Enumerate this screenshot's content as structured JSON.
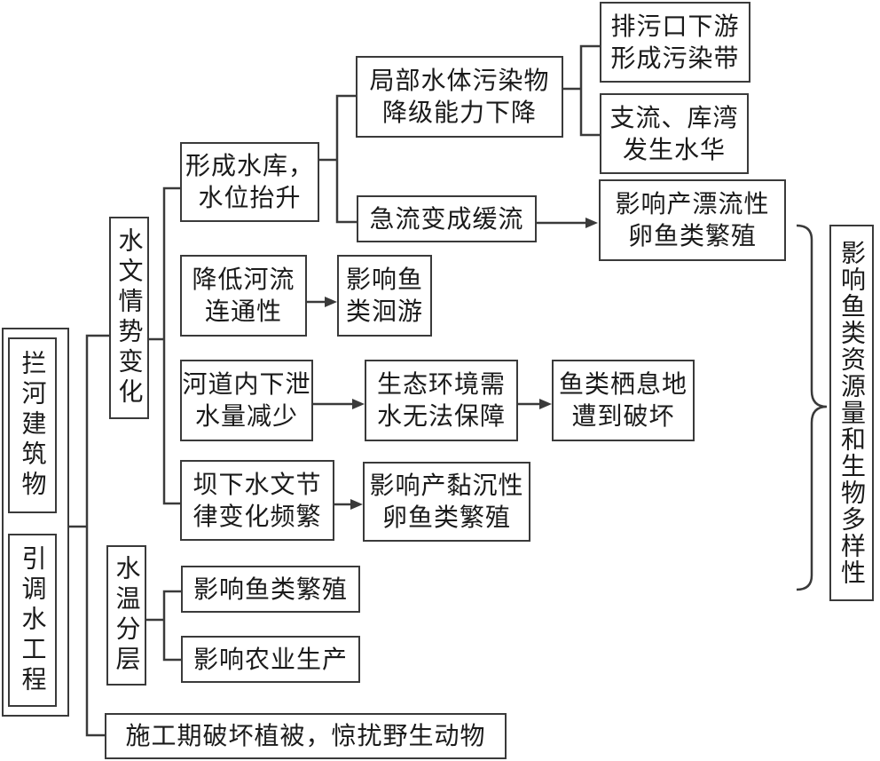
{
  "root": {
    "outer_label": "",
    "items": [
      "拦河建筑物",
      "引调水工程"
    ]
  },
  "branches": {
    "hydrology": {
      "label": "水文情势变化",
      "reservoir": {
        "label": "形成水库，\n水位抬升",
        "pollution": {
          "label": "局部水体污染物\n降级能力下降",
          "outcomes": [
            "排污口下游\n形成污染带",
            "支流、库湾\n发生水华"
          ]
        },
        "slow_flow": {
          "label": "急流变成缓流",
          "outcome": "影响产漂流性\n卵鱼类繁殖"
        }
      },
      "connectivity": {
        "label": "降低河流\n连通性",
        "outcome": "影响鱼\n类洄游"
      },
      "discharge": {
        "label": "河道内下泄\n水量减少",
        "step": "生态环境需\n水无法保障",
        "outcome": "鱼类栖息地\n遭到破坏"
      },
      "rhythm": {
        "label": "坝下水文节\n律变化频繁",
        "outcome": "影响产黏沉性\n卵鱼类繁殖"
      }
    },
    "temperature": {
      "label": "水温分层",
      "outcomes": [
        "影响鱼类繁殖",
        "影响农业生产"
      ]
    },
    "construction": {
      "label": "施工期破坏植被，惊扰野生动物"
    }
  },
  "summary": {
    "label": "影响鱼类资源量和生物多样性"
  }
}
